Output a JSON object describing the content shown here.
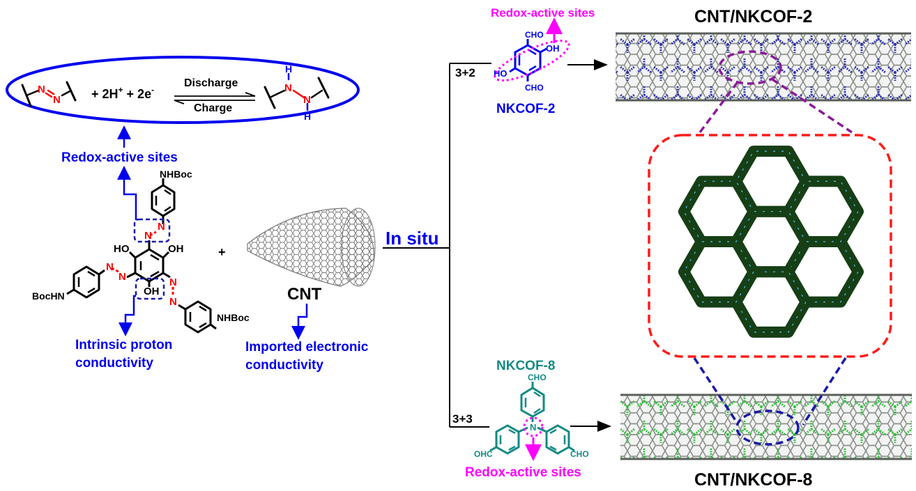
{
  "colors": {
    "blue": "#0000ee",
    "magenta": "#ff00ff",
    "teal": "#138a84",
    "red_azo": "#ff0000",
    "zoom_frame": "#ff1a1a",
    "purple_dash": "#8b1a9a",
    "navy_dash": "#1a1aa8"
  },
  "reaction": {
    "reactants": "+ 2H",
    "proton_sup": "+",
    "electrons": " + 2e",
    "electron_sup": "-",
    "forward_label": "Discharge",
    "reverse_label": "Charge",
    "azo_atom": "N",
    "hydrazo_atom": "N",
    "hydrogen": "H"
  },
  "monomer": {
    "redox_label": "Redox-active sites",
    "proton_label_line1": "Intrinsic proton",
    "proton_label_line2": "conductivity",
    "sub_top": "NHBoc",
    "sub_left": "BocHN",
    "sub_right": "NHBoc",
    "oh_left": "HO",
    "oh_right": "OH",
    "oh_bottom": "OH",
    "n": "N"
  },
  "plus": "+",
  "cnt": {
    "label": "CNT",
    "desc_line1": "Imported electronic",
    "desc_line2": "conductivity"
  },
  "process": {
    "label": "In situ",
    "route_top": "3+2",
    "route_bottom": "3+3"
  },
  "nkcof2": {
    "name": "NKCOF-2",
    "redox_label": "Redox-active sites",
    "cho_top": "CHO",
    "cho_bottom": "CHO",
    "oh": "OH",
    "ho": "HO",
    "product": "CNT/NKCOF-2"
  },
  "nkcof8": {
    "name": "NKCOF-8",
    "redox_label": "Redox-active sites",
    "cho_top": "CHO",
    "cho_right": "CHO",
    "ohc_left": "OHC",
    "n": "N",
    "product": "CNT/NKCOF-8"
  }
}
